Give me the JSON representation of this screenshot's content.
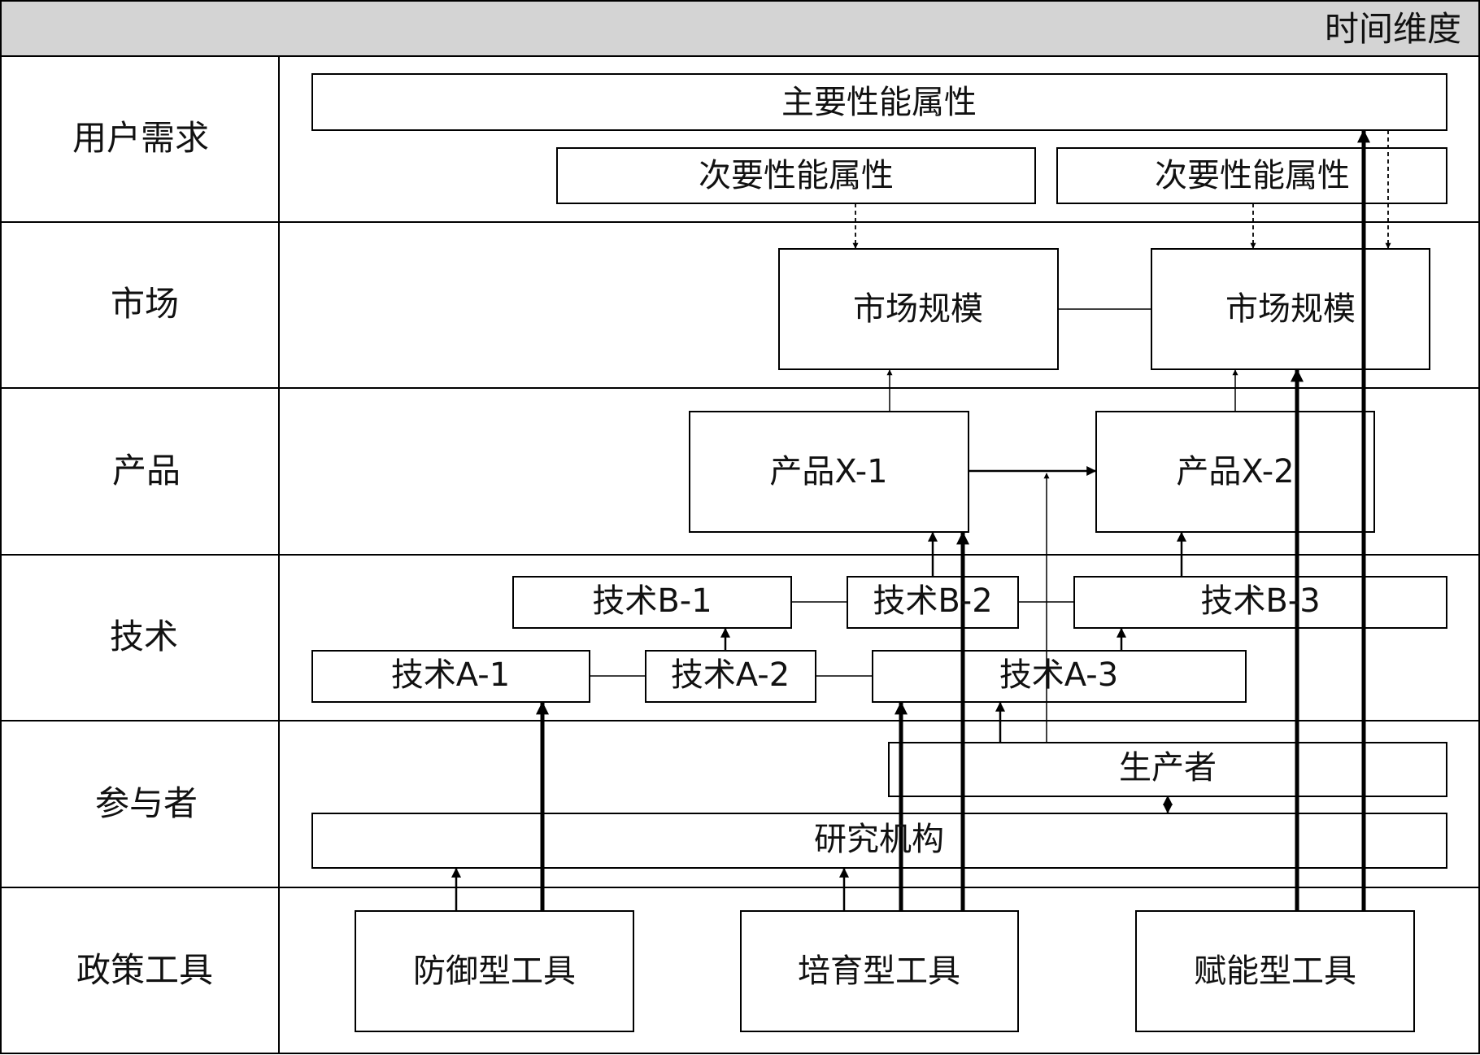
{
  "header": {
    "title": "时间维度"
  },
  "rows": [
    {
      "id": "user",
      "label": "用户需求"
    },
    {
      "id": "market",
      "label": "市场"
    },
    {
      "id": "product",
      "label": "产品"
    },
    {
      "id": "tech",
      "label": "技术"
    },
    {
      "id": "actors",
      "label": "参与者"
    },
    {
      "id": "policy",
      "label": "政策工具"
    }
  ],
  "nodes": {
    "primary_attr": "主要性能属性",
    "secondary_attr_1": "次要性能属性",
    "secondary_attr_2": "次要性能属性",
    "market_1": "市场规模",
    "market_2": "市场规模",
    "product_1": "产品X-1",
    "product_2": "产品X-2",
    "tech_b1": "技术B-1",
    "tech_b2": "技术B-2",
    "tech_b3": "技术B-3",
    "tech_a1": "技术A-1",
    "tech_a2": "技术A-2",
    "tech_a3": "技术A-3",
    "producer": "生产者",
    "research": "研究机构",
    "tool_defensive": "防御型工具",
    "tool_nurturing": "培育型工具",
    "tool_enabling": "赋能型工具"
  }
}
